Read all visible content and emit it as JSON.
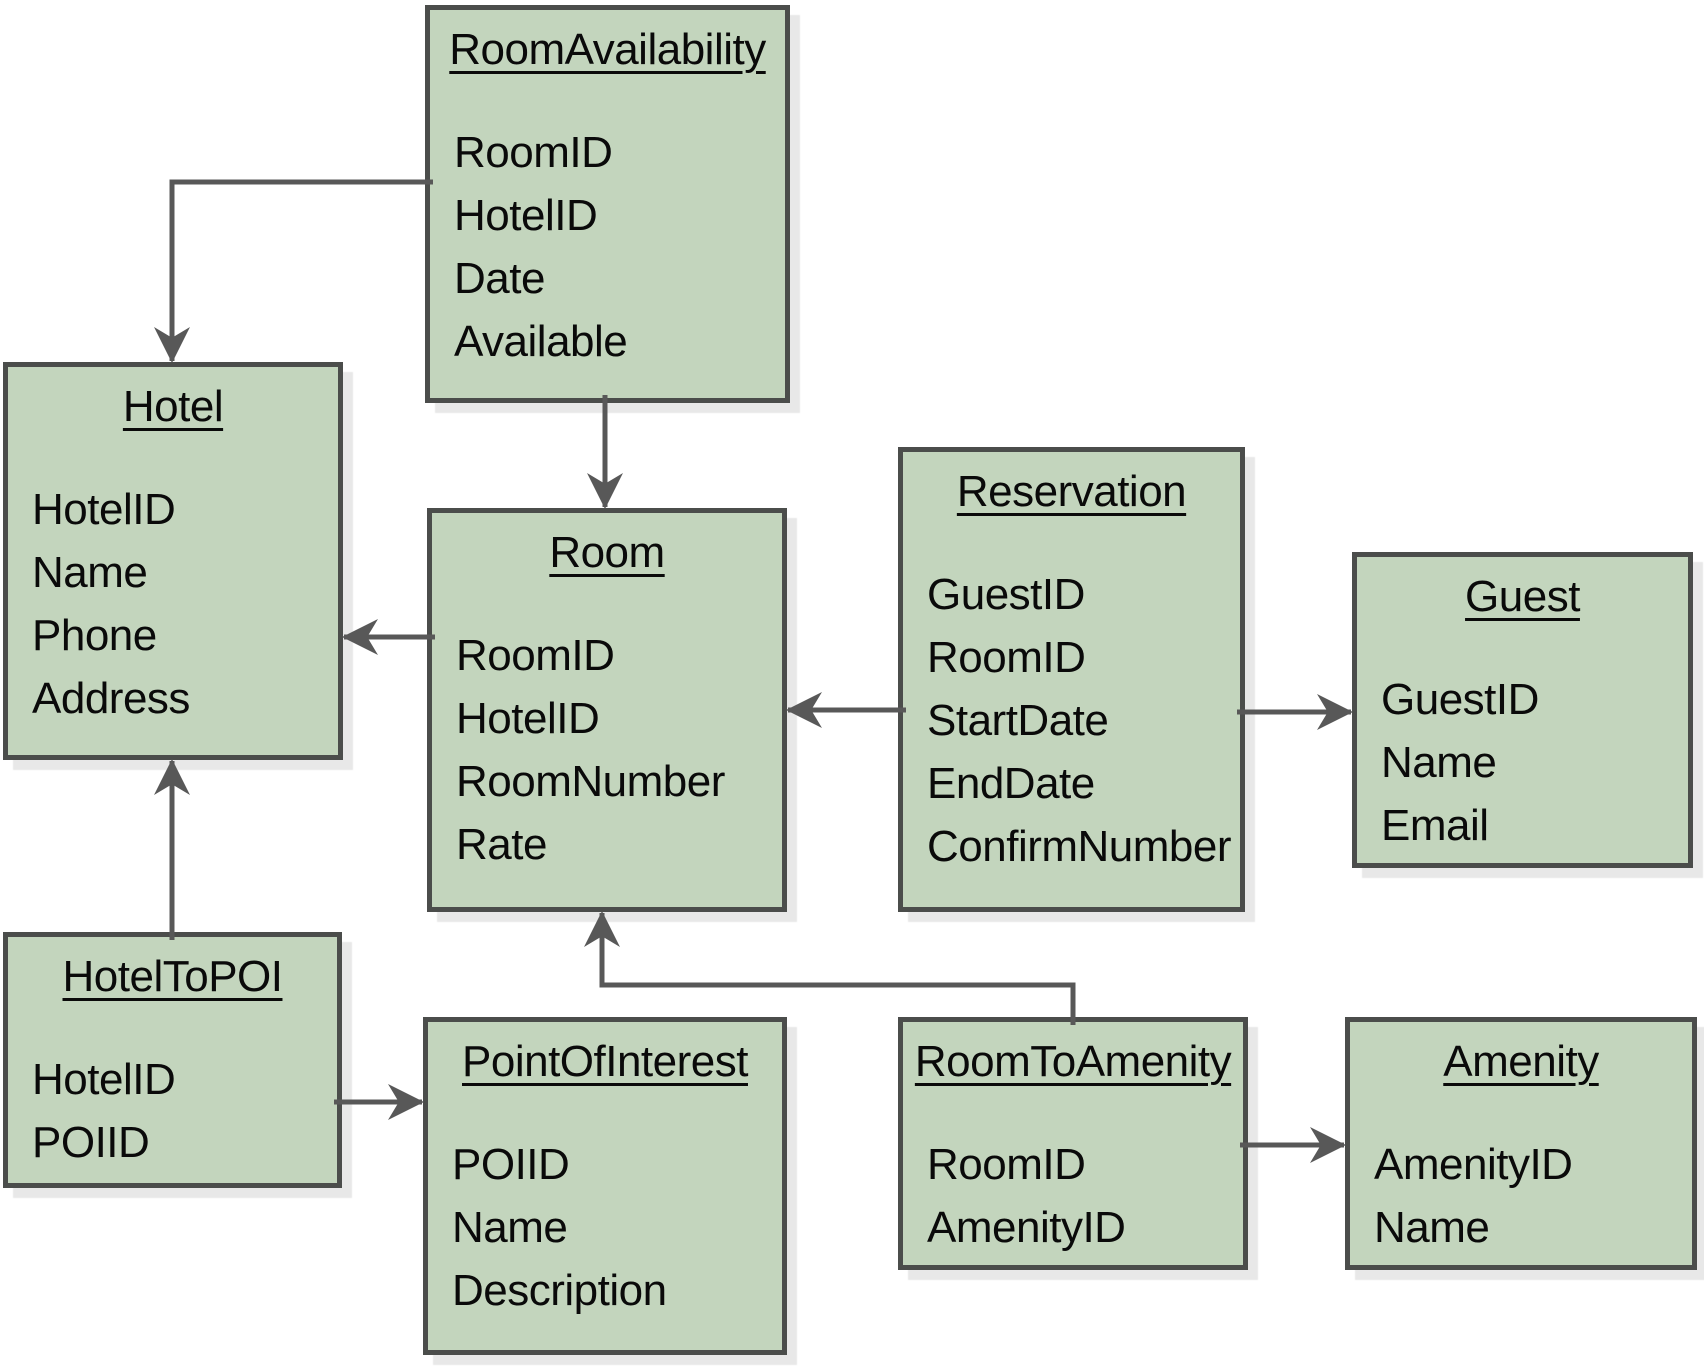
{
  "diagram": {
    "description": "Entity-relationship diagram of a hotel reservation database schema",
    "entities": [
      {
        "id": "room-availability",
        "title": "RoomAvailability",
        "fields": [
          "RoomID",
          "HotelID",
          "Date",
          "Available"
        ]
      },
      {
        "id": "hotel",
        "title": "Hotel",
        "fields": [
          "HotelID",
          "Name",
          "Phone",
          "Address"
        ]
      },
      {
        "id": "room",
        "title": "Room",
        "fields": [
          "RoomID",
          "HotelID",
          "RoomNumber",
          "Rate"
        ]
      },
      {
        "id": "reservation",
        "title": "Reservation",
        "fields": [
          "GuestID",
          "RoomID",
          "StartDate",
          "EndDate",
          "ConfirmNumber"
        ]
      },
      {
        "id": "guest",
        "title": "Guest",
        "fields": [
          "GuestID",
          "Name",
          "Email"
        ]
      },
      {
        "id": "hotel-to-poi",
        "title": "HotelToPOI",
        "fields": [
          "HotelID",
          "POIID"
        ]
      },
      {
        "id": "point-of-interest",
        "title": "PointOfInterest",
        "fields": [
          "POIID",
          "Name",
          "Description"
        ]
      },
      {
        "id": "room-to-amenity",
        "title": "RoomToAmenity",
        "fields": [
          "RoomID",
          "AmenityID"
        ]
      },
      {
        "id": "amenity",
        "title": "Amenity",
        "fields": [
          "AmenityID",
          "Name"
        ]
      }
    ],
    "relationships": [
      {
        "from": "RoomAvailability",
        "to": "Hotel"
      },
      {
        "from": "RoomAvailability",
        "to": "Room"
      },
      {
        "from": "Room",
        "to": "Hotel"
      },
      {
        "from": "Reservation",
        "to": "Room"
      },
      {
        "from": "Reservation",
        "to": "Guest"
      },
      {
        "from": "HotelToPOI",
        "to": "Hotel"
      },
      {
        "from": "HotelToPOI",
        "to": "PointOfInterest"
      },
      {
        "from": "RoomToAmenity",
        "to": "Room"
      },
      {
        "from": "RoomToAmenity",
        "to": "Amenity"
      }
    ],
    "colors": {
      "box_fill": "#c3d5bd",
      "box_border": "#4b4d4b",
      "connector": "#585858",
      "text": "#0a0a0a",
      "shadow": "#e8e8e8",
      "background": "#ffffff"
    }
  }
}
